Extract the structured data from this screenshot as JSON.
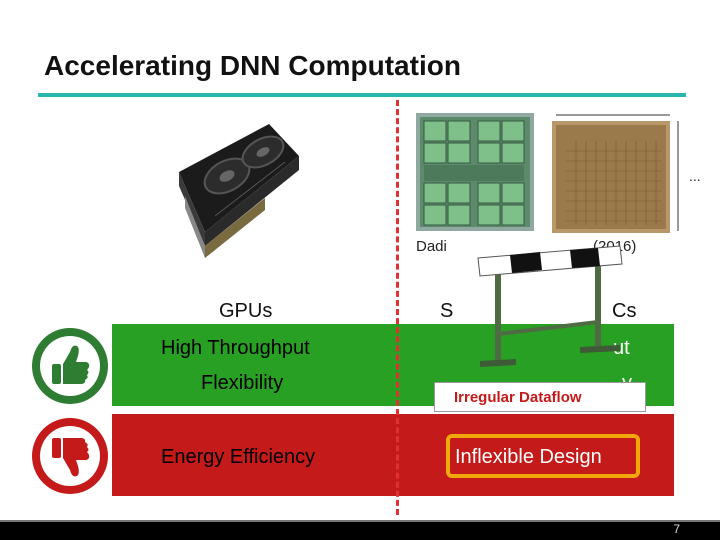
{
  "slide": {
    "title": "Accelerating DNN Computation",
    "page_number": "7"
  },
  "images": {
    "chip_caption": "Dadi",
    "chip_caption_tail": "(2016)",
    "ellipsis": "..."
  },
  "gpus": {
    "heading": "GPUs",
    "pro_1": "High Throughput",
    "pro_2": "Flexibility",
    "con_1": "Energy Efficiency"
  },
  "asics": {
    "heading_prefix": "S",
    "heading_suffix": "Cs",
    "pro_1_tail": "ut",
    "pro_2_tail": "y",
    "con_1": "Inflexible Design"
  },
  "callout": {
    "text": "Irregular Dataflow"
  },
  "colors": {
    "accent_rule": "#2ab6b0",
    "pro_band": "#27a024",
    "con_band": "#c41a1a",
    "divider": "#e03030",
    "highlight": "#f1a80a"
  }
}
